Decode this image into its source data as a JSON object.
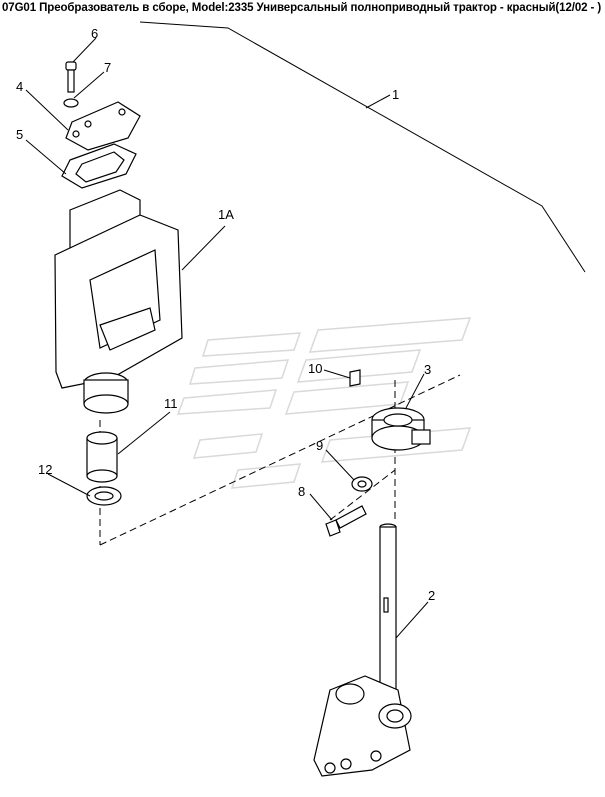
{
  "title": "07G01 Преобразователь в сборе, Model:2335 Универсальный полноприводный трактор - красный(12/02 - )",
  "callouts": {
    "c1": "1",
    "c1a": "1A",
    "c2": "2",
    "c3": "3",
    "c4": "4",
    "c5": "5",
    "c6": "6",
    "c7": "7",
    "c8": "8",
    "c9": "9",
    "c10": "10",
    "c11": "11",
    "c12": "12"
  }
}
